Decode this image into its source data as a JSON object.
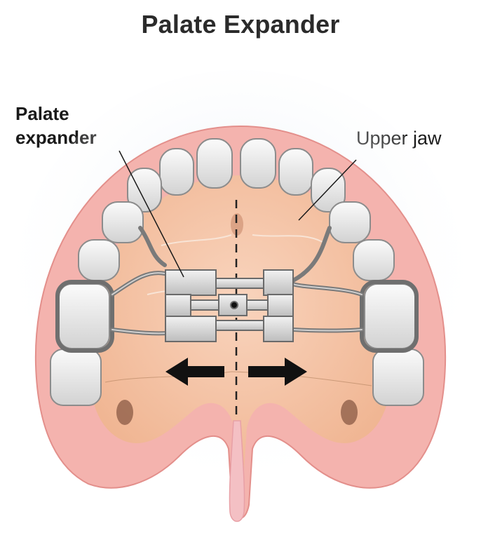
{
  "title": "Palate Expander",
  "labels": {
    "expander_line1": "Palate",
    "expander_line2": "expander",
    "upper_jaw": "Upper jaw"
  },
  "colors": {
    "gum": "#f2a7a3",
    "gum_edge": "#e07f7c",
    "palate": "#f4c2a1",
    "palate_light": "#f9d9c2",
    "tooth": "#ececec",
    "tooth_shadow": "#b9b9b9",
    "metal": "#8a8a8a",
    "metal_light": "#d9d9d9",
    "arrow": "#111111"
  }
}
